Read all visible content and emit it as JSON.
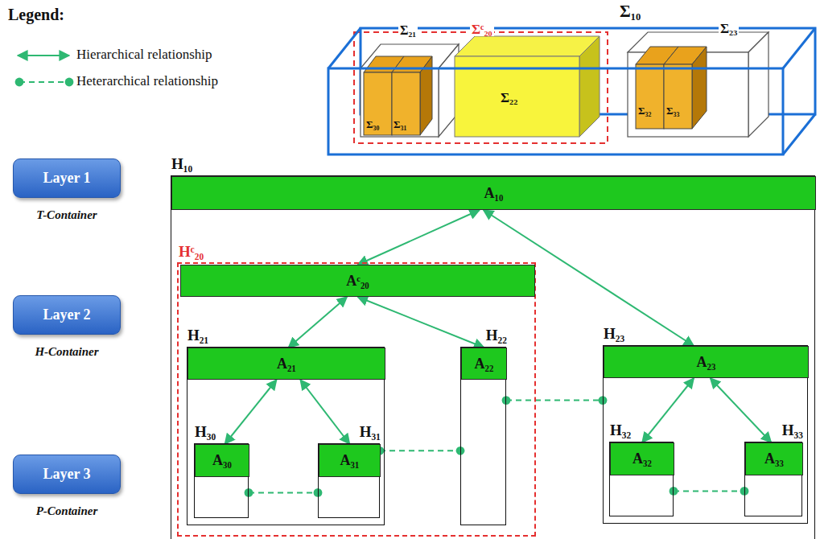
{
  "diagram": {
    "nodes": [
      {
        "text": [
          "Layer 1",
          "T-Container"
        ]
      },
      {
        "text": [
          "Layer 2",
          "H-Container"
        ]
      },
      {
        "text": [
          "Layer 3",
          "P-Container"
        ]
      },
      {
        "text": [
          "H₁₀"
        ]
      },
      {
        "text": [
          "A₁₀"
        ],
        "in": 3
      },
      {
        "text": [
          "Hᶜ₂₀"
        ],
        "in": 3
      },
      {
        "text": [
          "Aᶜ₂₀"
        ],
        "in": 5
      },
      {
        "text": [
          "H₂₁"
        ],
        "in": 5
      },
      {
        "text": [
          "A₂₁"
        ],
        "in": 7
      },
      {
        "text": [
          "H₃₀"
        ],
        "in": 7
      },
      {
        "text": [
          "A₃₀"
        ],
        "in": 9
      },
      {
        "text": [
          "H₃₁"
        ],
        "in": 7
      },
      {
        "text": [
          "A₃₁"
        ],
        "in": 11
      },
      {
        "text": [
          "H₂₂"
        ],
        "in": 5
      },
      {
        "text": [
          "A₂₂"
        ],
        "in": 13
      },
      {
        "text": [
          "H₂₃"
        ],
        "in": 3
      },
      {
        "text": [
          "A₂₃"
        ],
        "in": 15
      },
      {
        "text": [
          "H₃₂"
        ],
        "in": 15
      },
      {
        "text": [
          "A₃₂"
        ],
        "in": 17
      },
      {
        "text": [
          "H₃₃"
        ],
        "in": 15
      },
      {
        "text": [
          "A₃₃"
        ],
        "in": 19
      }
    ],
    "edges": [
      {
        "from": 4,
        "to": 6,
        "arrow": "both"
      },
      {
        "from": 4,
        "to": 16,
        "arrow": "both"
      },
      {
        "from": 6,
        "to": 8,
        "arrow": "both"
      },
      {
        "from": 6,
        "to": 14,
        "arrow": "both"
      },
      {
        "from": 8,
        "to": 10,
        "arrow": "both"
      },
      {
        "from": 8,
        "to": 12,
        "arrow": "both"
      },
      {
        "from": 16,
        "to": 18,
        "arrow": "both"
      },
      {
        "from": 16,
        "to": 20,
        "arrow": "both"
      },
      {
        "from": 9,
        "to": 11,
        "arrow": "none"
      },
      {
        "from": 11,
        "to": 13,
        "arrow": "none"
      },
      {
        "from": 13,
        "to": 15,
        "arrow": "none"
      },
      {
        "from": 17,
        "to": 19,
        "arrow": "none"
      }
    ],
    "labels": [
      "Legend:",
      "Σ₁₀",
      "Σ₂₁",
      "Σᶜ₂₀",
      "Σ₂₂",
      "Σ₂₃",
      "Σ₃₀",
      "Σ₃₁",
      "Σ₃₂",
      "Σ₃₃"
    ],
    "legend": [
      {
        "text": "Hierarchical relationship"
      },
      {
        "text": "Heterarchical relationship"
      }
    ]
  }
}
